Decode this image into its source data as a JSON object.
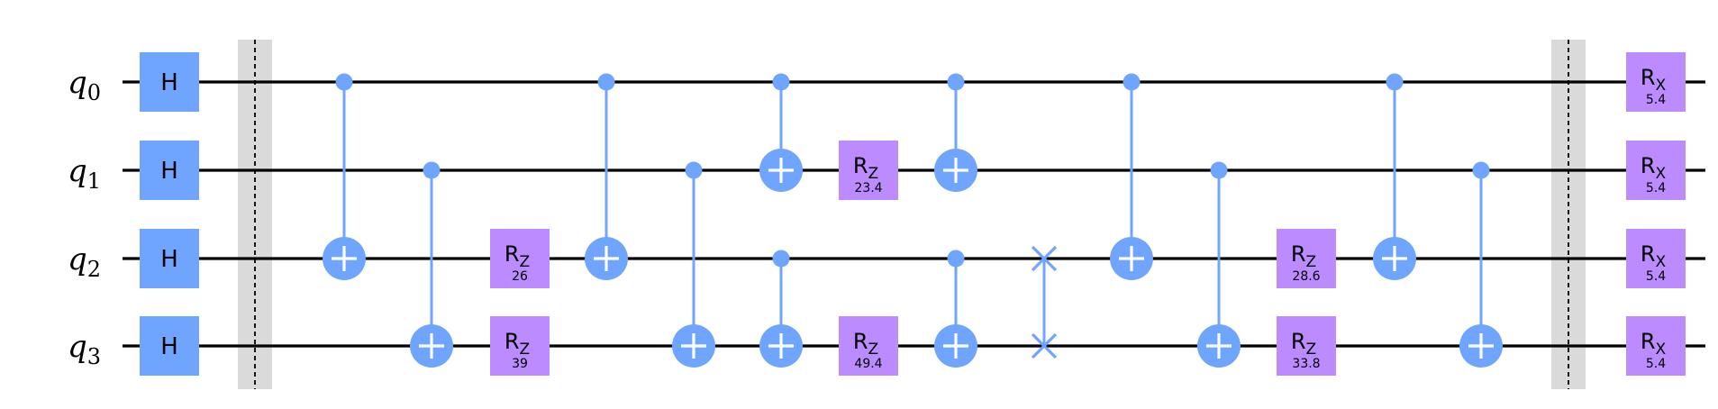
{
  "colors": {
    "h_gate": "#6fa4ff",
    "rotation_gate": "#bb8bff",
    "cx": "#6fa4ff",
    "barrier_fill": "#dadada",
    "wire": "#000000",
    "background": "#ffffff"
  },
  "qubits": [
    {
      "prefix": "q",
      "index": "0"
    },
    {
      "prefix": "q",
      "index": "1"
    },
    {
      "prefix": "q",
      "index": "2"
    },
    {
      "prefix": "q",
      "index": "3"
    }
  ],
  "gates": [
    {
      "kind": "single",
      "name": "H",
      "sub": "",
      "param": "",
      "qubit": 0,
      "col": 0
    },
    {
      "kind": "single",
      "name": "H",
      "sub": "",
      "param": "",
      "qubit": 1,
      "col": 0
    },
    {
      "kind": "single",
      "name": "H",
      "sub": "",
      "param": "",
      "qubit": 2,
      "col": 0
    },
    {
      "kind": "single",
      "name": "H",
      "sub": "",
      "param": "",
      "qubit": 3,
      "col": 0
    },
    {
      "kind": "barrier",
      "col": 1
    },
    {
      "kind": "cx",
      "control": 0,
      "target": 2,
      "col": 2
    },
    {
      "kind": "cx",
      "control": 1,
      "target": 3,
      "col": 3
    },
    {
      "kind": "single",
      "name": "R",
      "sub": "Z",
      "param": "26",
      "qubit": 2,
      "col": 4
    },
    {
      "kind": "single",
      "name": "R",
      "sub": "Z",
      "param": "39",
      "qubit": 3,
      "col": 4
    },
    {
      "kind": "cx",
      "control": 0,
      "target": 2,
      "col": 5
    },
    {
      "kind": "cx",
      "control": 1,
      "target": 3,
      "col": 6
    },
    {
      "kind": "cx",
      "control": 0,
      "target": 1,
      "col": 7
    },
    {
      "kind": "cx",
      "control": 2,
      "target": 3,
      "col": 7
    },
    {
      "kind": "single",
      "name": "R",
      "sub": "Z",
      "param": "23.4",
      "qubit": 1,
      "col": 8
    },
    {
      "kind": "single",
      "name": "R",
      "sub": "Z",
      "param": "49.4",
      "qubit": 3,
      "col": 8
    },
    {
      "kind": "cx",
      "control": 0,
      "target": 1,
      "col": 9
    },
    {
      "kind": "cx",
      "control": 2,
      "target": 3,
      "col": 9
    },
    {
      "kind": "swap",
      "qubits": [
        2,
        3
      ],
      "col": 10
    },
    {
      "kind": "cx",
      "control": 0,
      "target": 2,
      "col": 11
    },
    {
      "kind": "cx",
      "control": 1,
      "target": 3,
      "col": 12
    },
    {
      "kind": "single",
      "name": "R",
      "sub": "Z",
      "param": "28.6",
      "qubit": 2,
      "col": 13
    },
    {
      "kind": "single",
      "name": "R",
      "sub": "Z",
      "param": "33.8",
      "qubit": 3,
      "col": 13
    },
    {
      "kind": "cx",
      "control": 0,
      "target": 2,
      "col": 14
    },
    {
      "kind": "cx",
      "control": 1,
      "target": 3,
      "col": 15
    },
    {
      "kind": "barrier",
      "col": 16
    },
    {
      "kind": "single",
      "name": "R",
      "sub": "X",
      "param": "5.4",
      "qubit": 0,
      "col": 17
    },
    {
      "kind": "single",
      "name": "R",
      "sub": "X",
      "param": "5.4",
      "qubit": 1,
      "col": 17
    },
    {
      "kind": "single",
      "name": "R",
      "sub": "X",
      "param": "5.4",
      "qubit": 2,
      "col": 17
    },
    {
      "kind": "single",
      "name": "R",
      "sub": "X",
      "param": "5.4",
      "qubit": 3,
      "col": 17
    }
  ]
}
